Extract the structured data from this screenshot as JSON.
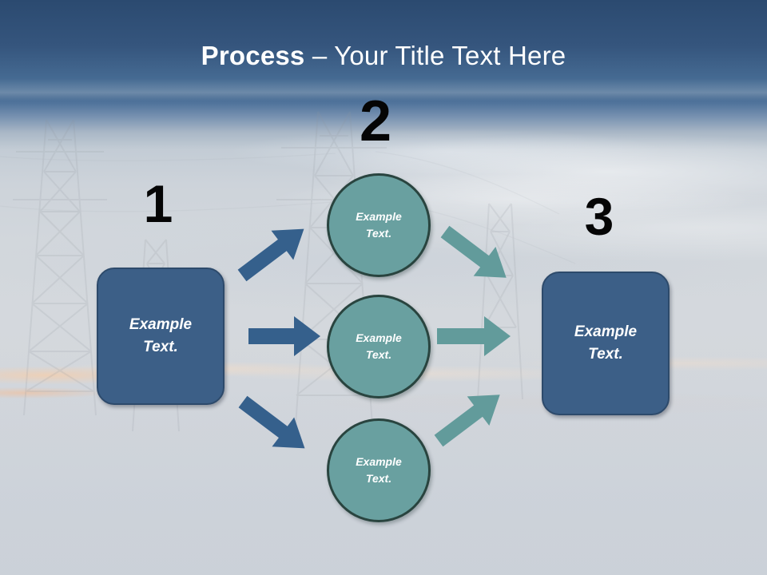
{
  "slide": {
    "title_strong": "Process",
    "title_rest": " – Your Title Text Here"
  },
  "colors": {
    "header_band": "#2b4a70",
    "box_fill": "#3c5f87",
    "box_border": "#2d4a6b",
    "circle_fill": "#69a0a0",
    "circle_border": "#29443f",
    "arrow_blue": "#35608c",
    "arrow_teal": "#629b9b",
    "number_color": "#050505",
    "text_color": "#ffffff"
  },
  "steps": [
    {
      "number": "1",
      "label": "Example\nText.",
      "line1": "Example",
      "line2": "Text."
    },
    {
      "number": "2",
      "label": "Example\nText.",
      "line1": "Example",
      "line2": "Text."
    },
    {
      "number": "3",
      "label": "Example\nText.",
      "line1": "Example",
      "line2": "Text."
    }
  ],
  "left_box": {
    "line1": "Example",
    "line2": "Text."
  },
  "right_box": {
    "line1": "Example",
    "line2": "Text."
  },
  "circles": [
    {
      "line1": "Example",
      "line2": "Text."
    },
    {
      "line1": "Example",
      "line2": "Text."
    },
    {
      "line1": "Example",
      "line2": "Text."
    }
  ],
  "arrows": [
    {
      "name": "arrow-left-to-top-circle",
      "color": "#35608c",
      "direction": "up-right"
    },
    {
      "name": "arrow-left-to-mid-circle",
      "color": "#35608c",
      "direction": "right"
    },
    {
      "name": "arrow-left-to-bottom-circle",
      "color": "#35608c",
      "direction": "down-right"
    },
    {
      "name": "arrow-top-circle-to-right",
      "color": "#629b9b",
      "direction": "down-right"
    },
    {
      "name": "arrow-mid-circle-to-right",
      "color": "#629b9b",
      "direction": "right"
    },
    {
      "name": "arrow-bottom-circle-to-right",
      "color": "#629b9b",
      "direction": "up-right"
    }
  ],
  "background": {
    "description": "photo of transmission towers at dusk with cloudy sky"
  }
}
